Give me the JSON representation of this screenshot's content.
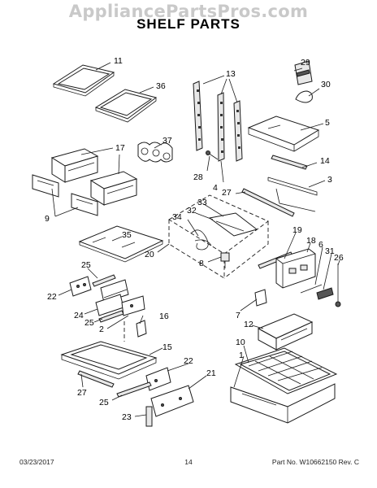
{
  "watermark": "AppliancePartsPros.com",
  "title": "SHELF PARTS",
  "footer": {
    "date": "03/23/2017",
    "page": "14",
    "part_info": "Part No. W10662150  Rev. C"
  },
  "callouts": [
    "11",
    "36",
    "13",
    "29",
    "30",
    "5",
    "37",
    "17",
    "28",
    "14",
    "4",
    "3",
    "27",
    "9",
    "33",
    "32",
    "34",
    "35",
    "19",
    "18",
    "6",
    "20",
    "31",
    "26",
    "8",
    "25",
    "22",
    "24",
    "16",
    "7",
    "25",
    "2",
    "12",
    "15",
    "10",
    "1",
    "22",
    "21",
    "27",
    "25",
    "23"
  ]
}
